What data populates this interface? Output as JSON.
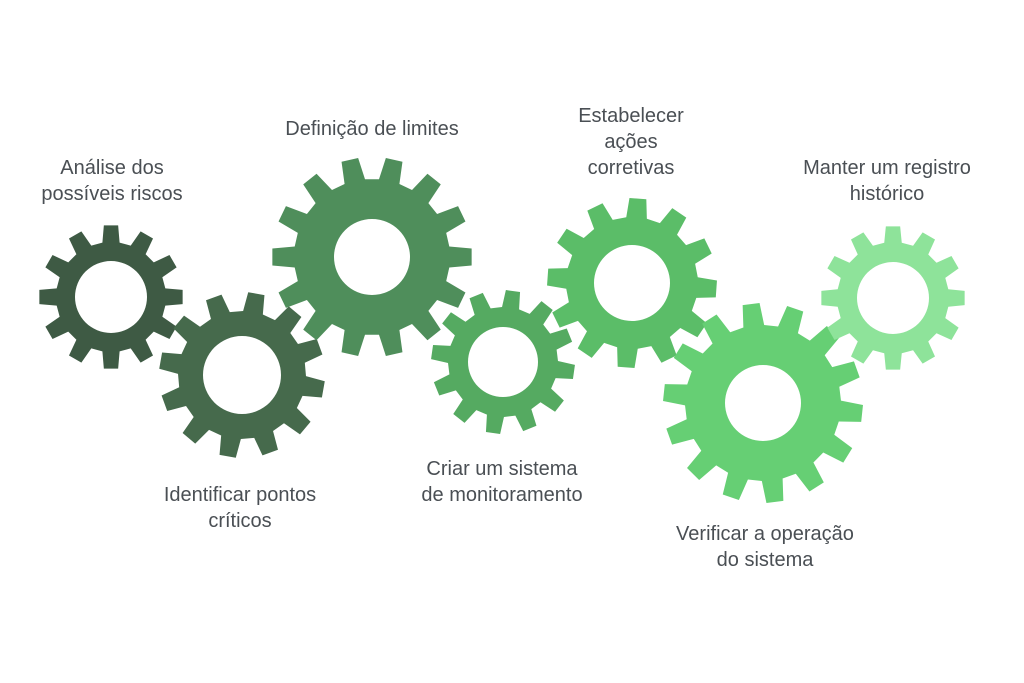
{
  "diagram": {
    "steps": [
      {
        "lines": [
          "Análise dos",
          "possíveis riscos"
        ],
        "color": "#3e5a44"
      },
      {
        "lines": [
          "Identificar pontos",
          "críticos"
        ],
        "color": "#466a4c"
      },
      {
        "lines": [
          "Definição de limites"
        ],
        "color": "#4f8e5b"
      },
      {
        "lines": [
          "Criar um sistema",
          "de monitoramento"
        ],
        "color": "#55aa61"
      },
      {
        "lines": [
          "Estabelecer",
          "ações",
          "corretivas"
        ],
        "color": "#5bbd68"
      },
      {
        "lines": [
          "Verificar a operação",
          "do sistema"
        ],
        "color": "#66cf74"
      },
      {
        "lines": [
          "Manter um registro",
          "histórico"
        ],
        "color": "#8ee39a"
      }
    ]
  }
}
